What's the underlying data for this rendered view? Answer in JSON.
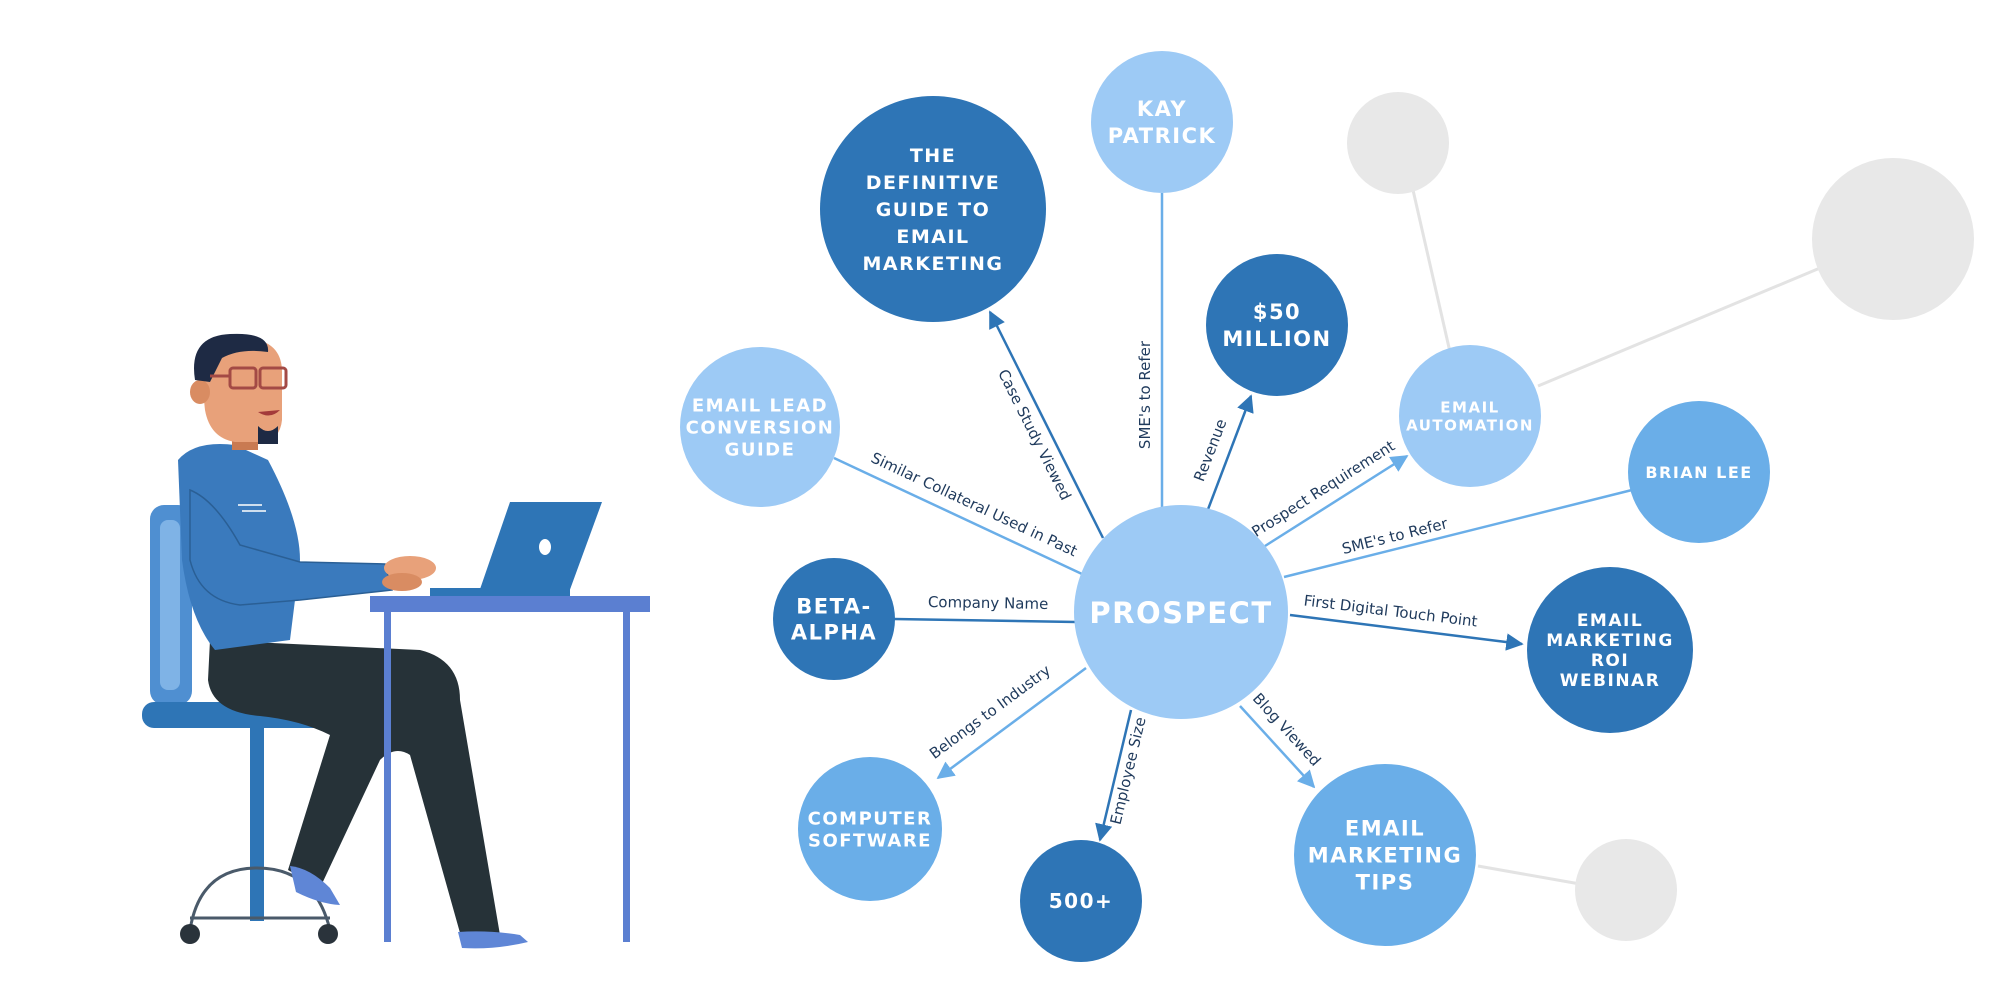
{
  "colors": {
    "dark_blue": "#2e75b6",
    "mid_blue": "#6aaee8",
    "light_blue": "#9dcaf5",
    "grey_node": "#e8e8e8",
    "grey_line": "#e3e3e3",
    "label_text": "#1f3a5c"
  },
  "nodes": {
    "prospect": {
      "label": "PROSPECT"
    },
    "guide": {
      "lines": [
        "THE",
        "DEFINITIVE",
        "GUIDE TO",
        "EMAIL",
        "MARKETING"
      ]
    },
    "kay": {
      "lines": [
        "KAY",
        "PATRICK"
      ]
    },
    "revenue_value": {
      "lines": [
        "$50",
        "MILLION"
      ]
    },
    "automation": {
      "lines": [
        "EMAIL",
        "AUTOMATION"
      ]
    },
    "brian": {
      "lines": [
        "BRIAN LEE"
      ]
    },
    "webinar": {
      "lines": [
        "EMAIL",
        "MARKETING",
        "ROI",
        "WEBINAR"
      ]
    },
    "tips": {
      "lines": [
        "EMAIL",
        "MARKETING",
        "TIPS"
      ]
    },
    "employees": {
      "lines": [
        "500+"
      ]
    },
    "software": {
      "lines": [
        "COMPUTER",
        "SOFTWARE"
      ]
    },
    "beta": {
      "lines": [
        "BETA-",
        "ALPHA"
      ]
    },
    "lead_guide": {
      "lines": [
        "EMAIL LEAD",
        "CONVERSION",
        "GUIDE"
      ]
    }
  },
  "edges": {
    "case_study": "Case Study Viewed",
    "sme_refer_kay": "SME's to Refer",
    "revenue": "Revenue",
    "prospect_requirement": "Prospect Requirement",
    "sme_refer_brian": "SME's to Refer",
    "first_touch": "First Digital Touch Point",
    "blog_viewed": "Blog Viewed",
    "employee_size": "Employee Size",
    "industry": "Belongs to Industry",
    "company_name": "Company Name",
    "similar_collateral": "Similar Collateral Used in Past"
  }
}
